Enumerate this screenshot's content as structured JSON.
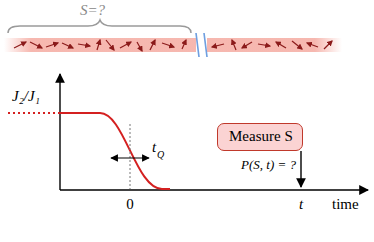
{
  "diagram": {
    "nodes": [
      {
        "text": [
          "Measure S"
        ]
      }
    ],
    "labels": [
      "S=?",
      "J₂/J₁",
      "t",
      "Q",
      "0",
      "t",
      "time",
      "P(S, t) = ?"
    ]
  }
}
